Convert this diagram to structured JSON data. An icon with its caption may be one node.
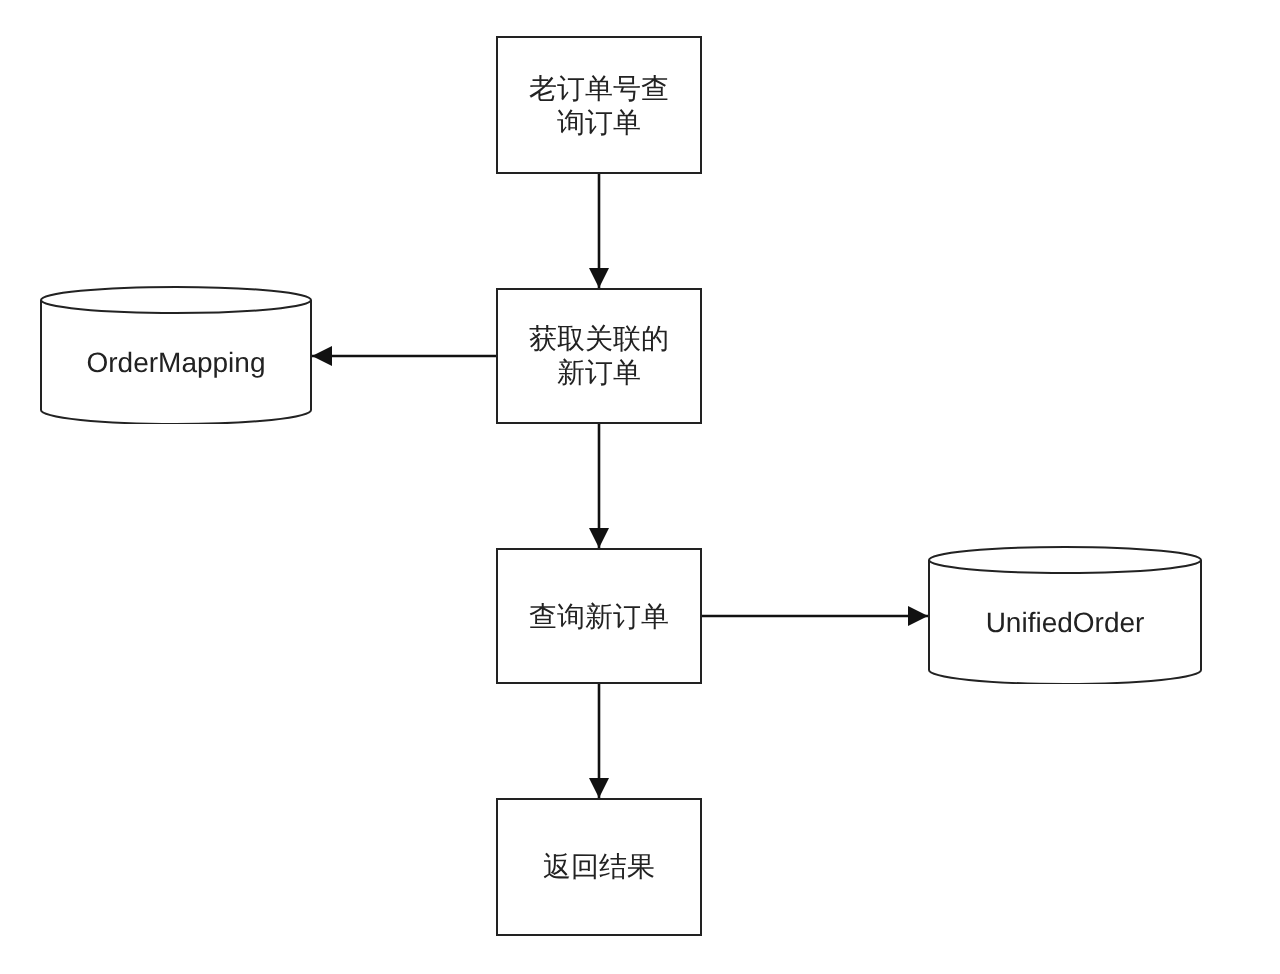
{
  "diagram": {
    "nodes": [
      {
        "text": [
          "老订单号查询订单"
        ]
      },
      {
        "text": [
          "OrderMapping"
        ]
      },
      {
        "text": [
          "获取关联的新订单"
        ]
      },
      {
        "text": [
          "查询新订单"
        ]
      },
      {
        "text": [
          "UnifiedOrder"
        ]
      },
      {
        "text": [
          "返回结果"
        ]
      }
    ],
    "edges": [
      {
        "from": 0,
        "to": 2,
        "arrow": "to"
      },
      {
        "from": 2,
        "to": 1,
        "arrow": "to"
      },
      {
        "from": 2,
        "to": 3,
        "arrow": "to"
      },
      {
        "from": 3,
        "to": 4,
        "arrow": "to"
      },
      {
        "from": 3,
        "to": 5,
        "arrow": "to"
      }
    ]
  }
}
